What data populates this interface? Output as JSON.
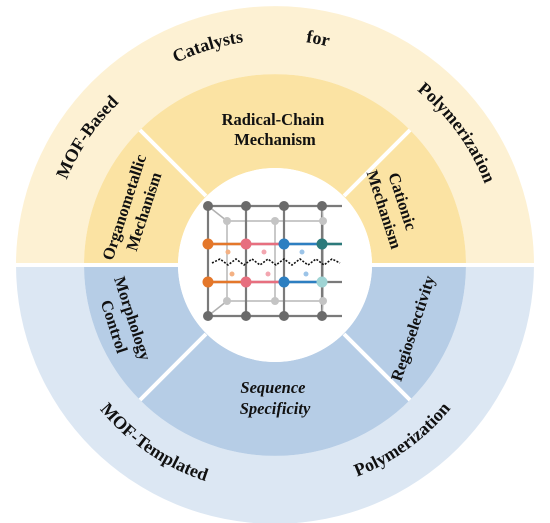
{
  "outer_top_title": [
    "MOF-Based",
    "Catalysts",
    "for",
    "Polymerization"
  ],
  "outer_bottom_title": [
    "MOF-Templated",
    "Polymerization"
  ],
  "segments": {
    "radical": [
      "Radical-Chain",
      "Mechanism"
    ],
    "organometallic": [
      "Organometallic",
      "Mechanism"
    ],
    "cationic": [
      "Cationic",
      "Mechanism"
    ],
    "morphology": [
      "Morphology",
      "Control"
    ],
    "sequence": [
      "Sequence",
      "Specificity"
    ],
    "regio": [
      "Regioselectivity"
    ]
  },
  "colors": {
    "top_outer": "#fdf1d3",
    "top_inner": "#fbe3a3",
    "bottom_outer": "#dce7f3",
    "bottom_inner": "#b6cde6",
    "divider": "#ffffff",
    "center": "#ffffff"
  },
  "center_icon": "mof-lattice-with-polymer-chain"
}
